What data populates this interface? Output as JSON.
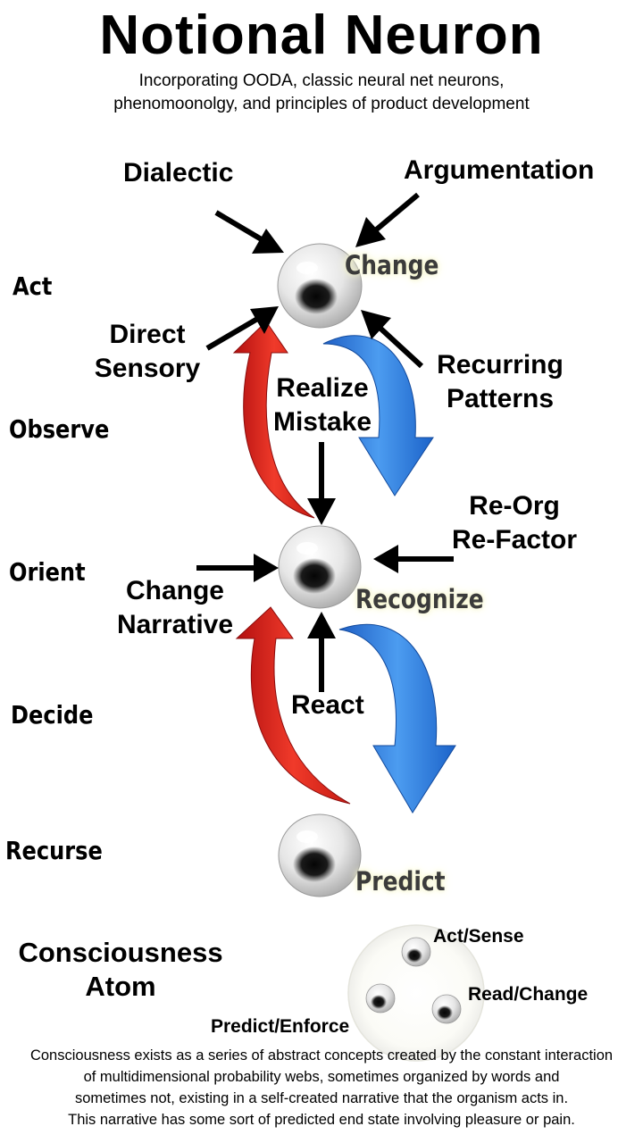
{
  "header": {
    "title": "Notional Neuron",
    "subtitle_line1": "Incorporating OODA, classic neural net neurons,",
    "subtitle_line2": "phenomoonolgy, and principles of product development"
  },
  "stages": {
    "act": "Act",
    "observe": "Observe",
    "orient": "Orient",
    "decide": "Decide",
    "recurse": "Recurse"
  },
  "nodes": {
    "change": "Change",
    "recognize": "Recognize",
    "predict": "Predict"
  },
  "inputs": {
    "dialectic": "Dialectic",
    "argumentation": "Argumentation",
    "direct_sensory_1": "Direct",
    "direct_sensory_2": "Sensory",
    "recurring_patterns_1": "Recurring",
    "recurring_patterns_2": "Patterns",
    "realize_mistake_1": "Realize",
    "realize_mistake_2": "Mistake",
    "reorg_1": "Re-Org",
    "reorg_2": "Re-Factor",
    "change_narrative_1": "Change",
    "change_narrative_2": "Narrative",
    "react": "React"
  },
  "atom": {
    "title_1": "Consciousness",
    "title_2": "Atom",
    "act_sense": "Act/Sense",
    "read_change": "Read/Change",
    "predict_enforce": "Predict/Enforce"
  },
  "footer": {
    "line1": "Consciousness exists as a series of abstract concepts created by the constant interaction",
    "line2": "of multidimensional probability webs, sometimes organized by words and",
    "line3": "sometimes not, existing in  a self-created narrative that the organism acts in.",
    "line4": "This narrative has some sort of predicted end state involving pleasure or pain."
  },
  "colors": {
    "red_arrow": "#e0201a",
    "blue_arrow": "#2a7be0",
    "node_label": "#3b3b3b",
    "label_glow": "#f4f4c8"
  }
}
